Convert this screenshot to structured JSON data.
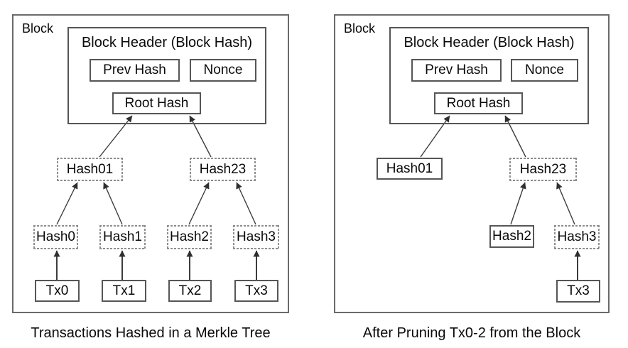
{
  "figure": {
    "description": "Merkle tree diagram with two block panels"
  },
  "colors": {
    "background": "#ffffff",
    "solid_border": "#565656",
    "panel_border": "#6a6a6a",
    "dashed_border": "#8d8d8d",
    "arrow": "#3c3c3c",
    "text": "#0a0a0a"
  },
  "left_panel": {
    "block_label": "Block",
    "header_title": "Block Header (Block Hash)",
    "prev_hash": "Prev Hash",
    "nonce": "Nonce",
    "root_hash": "Root Hash",
    "hash01": "Hash01",
    "hash23": "Hash23",
    "hash0": "Hash0",
    "hash1": "Hash1",
    "hash2": "Hash2",
    "hash3": "Hash3",
    "tx0": "Tx0",
    "tx1": "Tx1",
    "tx2": "Tx2",
    "tx3": "Tx3",
    "caption": "Transactions Hashed in a Merkle Tree"
  },
  "right_panel": {
    "block_label": "Block",
    "header_title": "Block Header (Block Hash)",
    "prev_hash": "Prev Hash",
    "nonce": "Nonce",
    "root_hash": "Root Hash",
    "hash01": "Hash01",
    "hash23": "Hash23",
    "hash2": "Hash2",
    "hash3": "Hash3",
    "tx3": "Tx3",
    "caption": "After Pruning Tx0-2 from the Block"
  }
}
